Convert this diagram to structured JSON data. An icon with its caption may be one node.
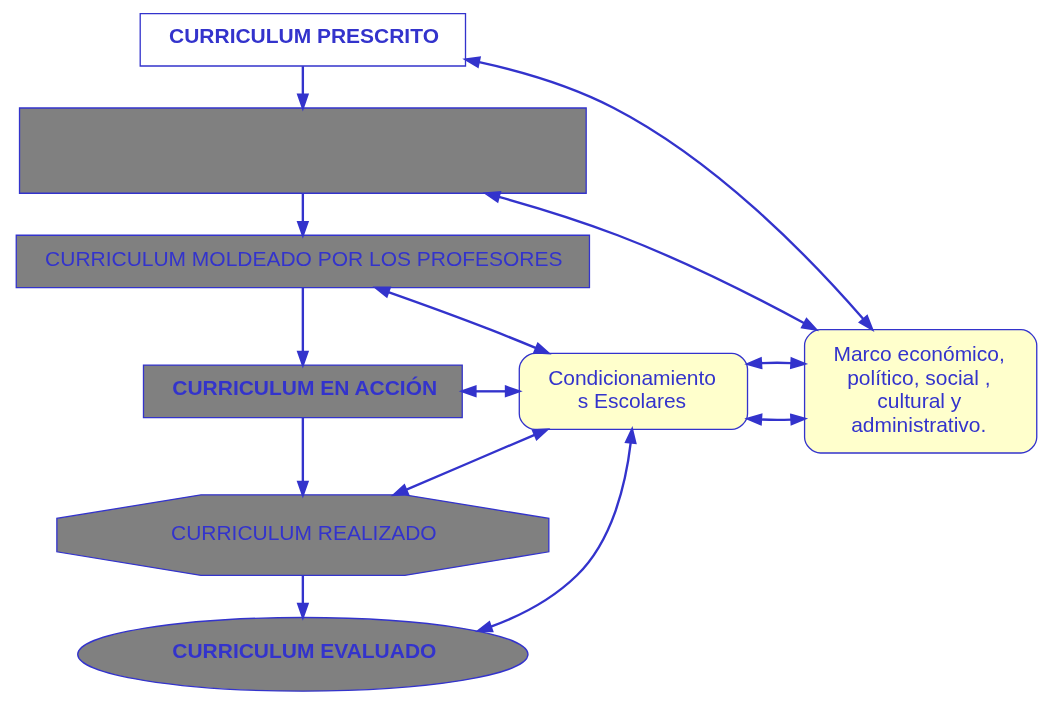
{
  "diagram": {
    "nodes": [
      {
        "text": [
          "CURRICULUM PRESCRITO"
        ]
      },
      {
        "text": [],
        "shape": "box"
      },
      {
        "text": [
          "CURRICULUM MOLDEADO POR LOS PROFESORES"
        ]
      },
      {
        "text": [
          "CURRICULUM EN ACCIÓN"
        ]
      },
      {
        "text": [
          "CURRICULUM REALIZADO"
        ]
      },
      {
        "text": [
          "CURRICULUM EVALUADO"
        ]
      },
      {
        "text": [
          "Condicionamientos Escolares"
        ]
      },
      {
        "text": [
          "Marco económico, político, social , cultural y administrativo."
        ]
      }
    ],
    "edges": [
      {
        "from": 0,
        "to": 1,
        "arrow": "to"
      },
      {
        "from": 1,
        "to": 2,
        "arrow": "to"
      },
      {
        "from": 2,
        "to": 3,
        "arrow": "to"
      },
      {
        "from": 3,
        "to": 4,
        "arrow": "to"
      },
      {
        "from": 4,
        "to": 5,
        "arrow": "to"
      },
      {
        "from": 0,
        "to": 7,
        "arrow": "both"
      },
      {
        "from": 1,
        "to": 7,
        "arrow": "both"
      },
      {
        "from": 2,
        "to": 6,
        "arrow": "both"
      },
      {
        "from": 3,
        "to": 6,
        "arrow": "both"
      },
      {
        "from": 4,
        "to": 6,
        "arrow": "both"
      },
      {
        "from": 5,
        "to": 6,
        "arrow": "both"
      },
      {
        "from": 6,
        "to": 7,
        "arrow": "both"
      },
      {
        "from": 6,
        "to": 7,
        "arrow": "both"
      }
    ]
  }
}
